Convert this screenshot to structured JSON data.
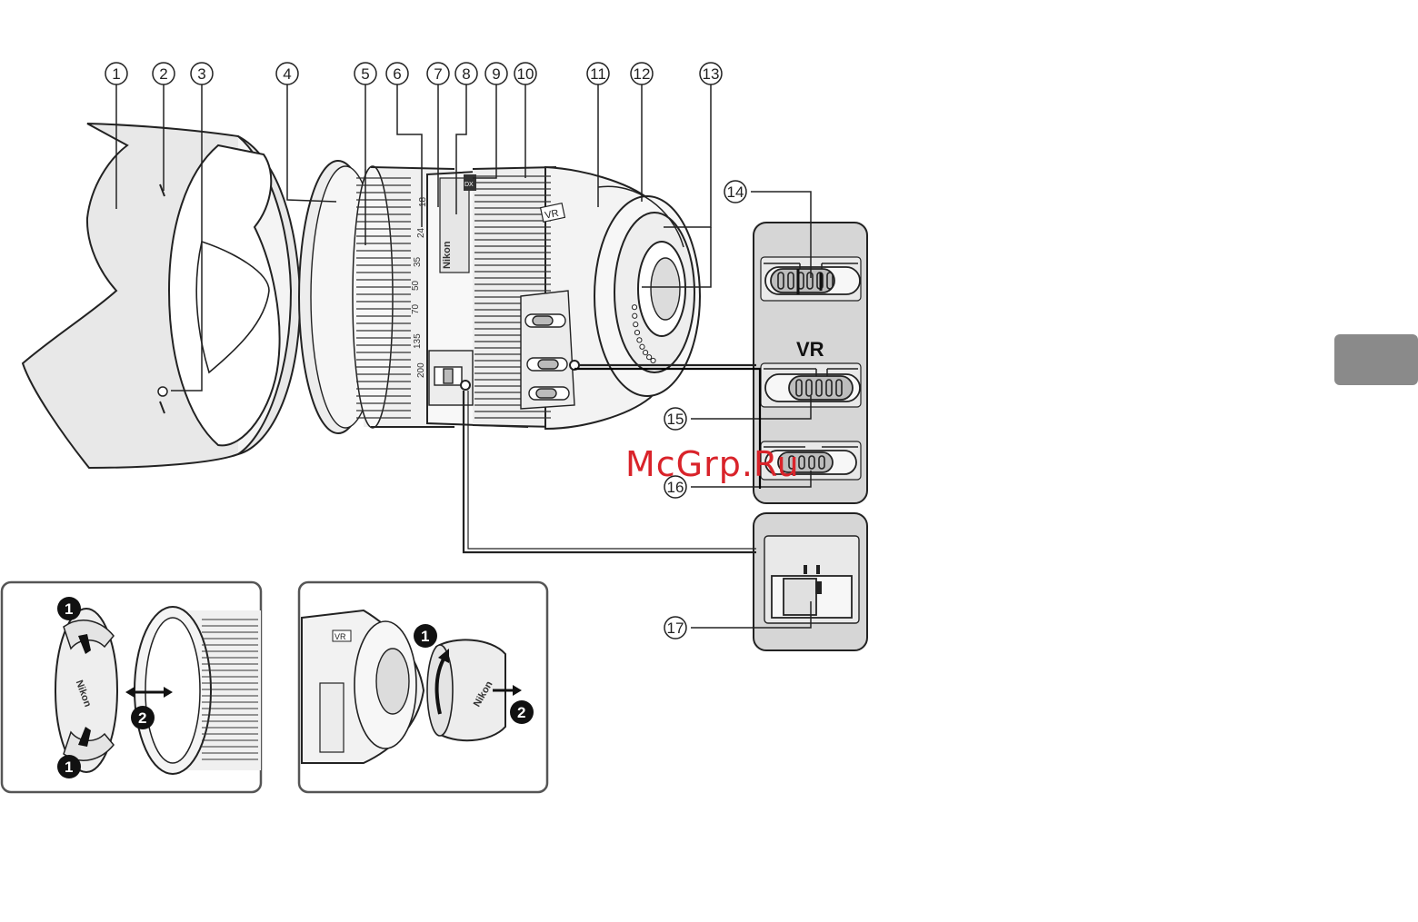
{
  "callouts": [
    "1",
    "2",
    "3",
    "4",
    "5",
    "6",
    "7",
    "8",
    "9",
    "10",
    "11",
    "12",
    "13",
    "14",
    "15",
    "16",
    "17"
  ],
  "lens": {
    "brand": "Nikon",
    "vr_badge": "VR",
    "focal_marks": [
      "18",
      "24",
      "35",
      "50",
      "70",
      "135",
      "200"
    ],
    "dx_badge": "DX"
  },
  "switch_panel": {
    "vr_label": "VR"
  },
  "inset_front": {
    "brand": "Nikon",
    "steps": [
      "1",
      "2",
      "1"
    ]
  },
  "inset_rear": {
    "brand": "Nikon",
    "vr_badge": "VR",
    "steps": [
      "1",
      "2"
    ]
  },
  "watermark": "McGrp.Ru",
  "colors": {
    "outline": "#222222",
    "panel_fill": "#d6d6d6",
    "side_tab": "#8a8a8a",
    "lens_fill": "#f2f2f2",
    "hood_fill": "#e8e8e8",
    "watermark": "#d9232a"
  }
}
